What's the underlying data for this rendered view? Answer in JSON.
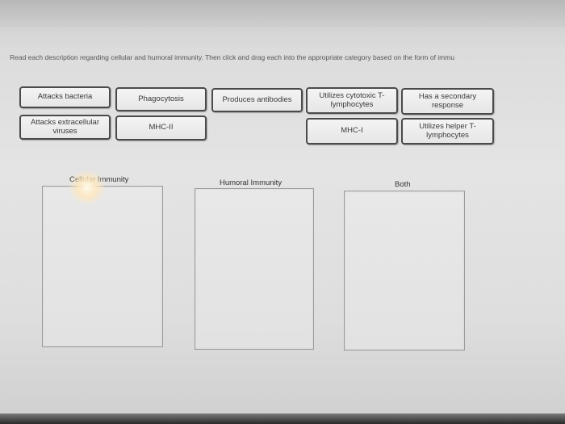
{
  "instructions": "Read each description regarding cellular and humoral immunity. Then click and drag each into the appropriate category based on the form of immu",
  "tiles": [
    "Attacks bacteria",
    "Phagocytosis",
    "Produces antibodies",
    "Utilizes cytotoxic T-lymphocytes",
    "Has a secondary response",
    "Attacks extracellular viruses",
    "MHC-II",
    "MHC-I",
    "Utilizes helper T-lymphocytes"
  ],
  "zones": {
    "cellular": "Cellular Immunity",
    "humoral": "Humoral Immunity",
    "both": "Both"
  }
}
